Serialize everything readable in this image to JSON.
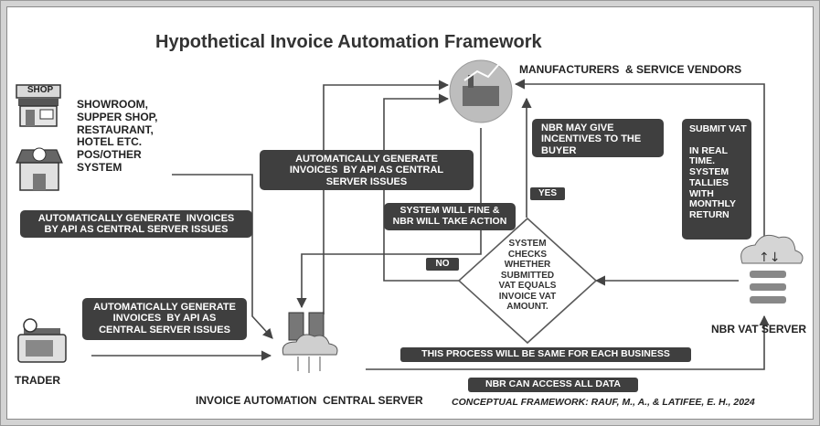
{
  "title": "Hypothetical Invoice Automation Framework",
  "nodes": {
    "retail_label": "SHOWROOM,\nSUPPER SHOP,\nRESTAURANT,\nHOTEL ETC.\nPOS/OTHER\nSYSTEM",
    "shop_sign": "SHOP",
    "trader_label": "TRADER",
    "central_server_label": "INVOICE AUTOMATION  CENTRAL SERVER",
    "manufacturers_label": "MANUFACTURERS  & SERVICE VENDORS",
    "nbr_server_label": "NBR VAT SERVER",
    "decision": "SYSTEM\nCHECKS\nWHETHER\nSUBMITTED\nVAT EQUALS\nINVOICE VAT\nAMOUNT."
  },
  "callouts": {
    "retail_api": "AUTOMATICALLY GENERATE  INVOICES\nBY API AS CENTRAL SERVER ISSUES",
    "center_api": "AUTOMATICALLY GENERATE\nINVOICES  BY API AS CENTRAL\nSERVER ISSUES",
    "trader_api": "AUTOMATICALLY GENERATE\nINVOICES  BY API AS\nCENTRAL SERVER ISSUES",
    "incentives": "NBR MAY GIVE\nINCENTIVES TO THE\nBUYER",
    "submit_vat": "SUBMIT VAT\n\nIN REAL\nTIME.\nSYSTEM\nTALLIES\nWITH\nMONTHLY\nRETURN",
    "fine": "SYSTEM WILL FINE &\nNBR WILL TAKE ACTION",
    "yes": "YES",
    "no": "NO",
    "same_process": "THIS PROCESS WILL BE SAME FOR EACH BUSINESS",
    "nbr_access": "NBR CAN ACCESS ALL DATA"
  },
  "credit": "CONCEPTUAL FRAMEWORK: RAUF, M., A., & LATIFEE, E. H., 2024"
}
